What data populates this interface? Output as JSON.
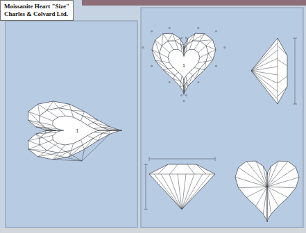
{
  "diagram": {
    "nodes": [
      {
        "text": [
          "Moissanite Heart \"Size\"",
          "Charles & Colvard Ltd."
        ]
      }
    ],
    "labels": [
      "1",
      "1"
    ]
  }
}
